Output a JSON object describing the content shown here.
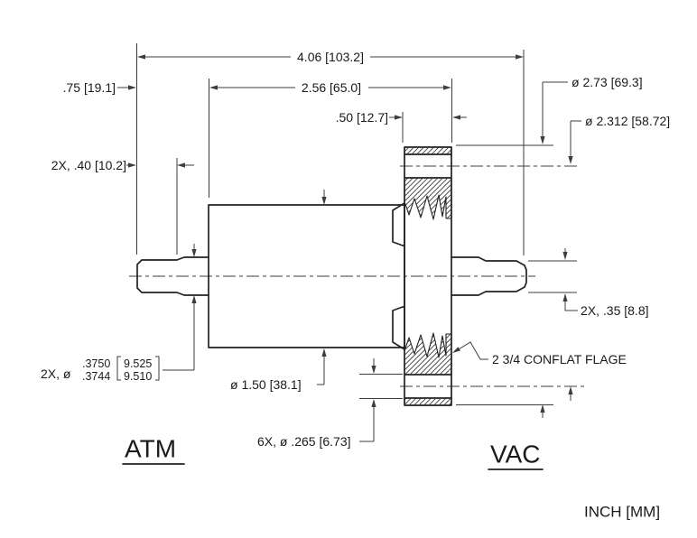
{
  "drawing": {
    "title_block": {
      "units_note": "INCH [MM]"
    },
    "side_labels": {
      "atm": "ATM",
      "vac": "VAC"
    },
    "annotations": {
      "flange_note": "2 3/4 CONFLAT FLAGE"
    },
    "dimensions": {
      "overall_length": "4.06 [103.2]",
      "body_to_flange": "2.56 [65.0]",
      "flange_thickness": ".50 [12.7]",
      "atm_stub_length": ".75 [19.1]",
      "journal_length": "2X, .40 [10.2]",
      "flange_od": "ø 2.73 [69.3]",
      "bolt_circle_dia": "ø 2.312 [58.72]",
      "vac_stub_dia": "2X, .35 [8.8]",
      "body_dia": "ø 1.50 [38.1]",
      "bolt_hole_dia": "6X, ø .265 [6.73]",
      "journal_fit": {
        "prefix": "2X, ø",
        "inch_upper": ".3750",
        "inch_lower": ".3744",
        "mm_upper": "9.525",
        "mm_lower": "9.510"
      }
    },
    "colors": {
      "object_line": "#222222",
      "dim_line": "#3d3d3d",
      "text": "#1a1a1a",
      "background": "#ffffff"
    }
  }
}
